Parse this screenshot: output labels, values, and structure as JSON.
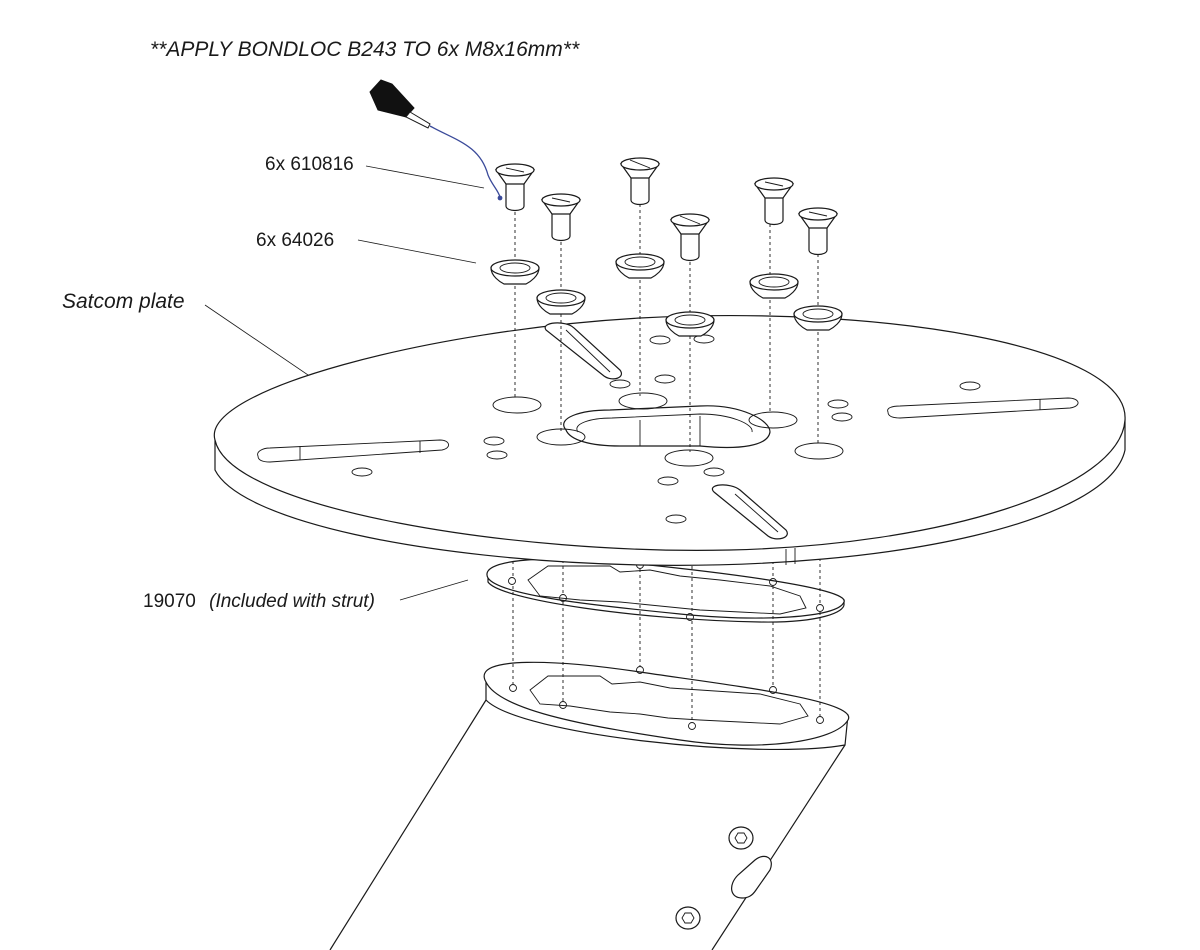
{
  "note": "**APPLY BONDLOC B243 TO 6x M8x16mm**",
  "labels": {
    "screw": "6x 610816",
    "washer": "6x 64026",
    "plate": "Satcom plate",
    "gasket_part": "19070",
    "gasket_note": "(Included with strut)"
  },
  "colors": {
    "line": "#1a1a1a",
    "adhesive_wire": "#3a4a9a",
    "adhesive_bottle": "#111111"
  },
  "icons": [
    "adhesive-bottle-icon",
    "hex-socket-bolt-icon"
  ]
}
